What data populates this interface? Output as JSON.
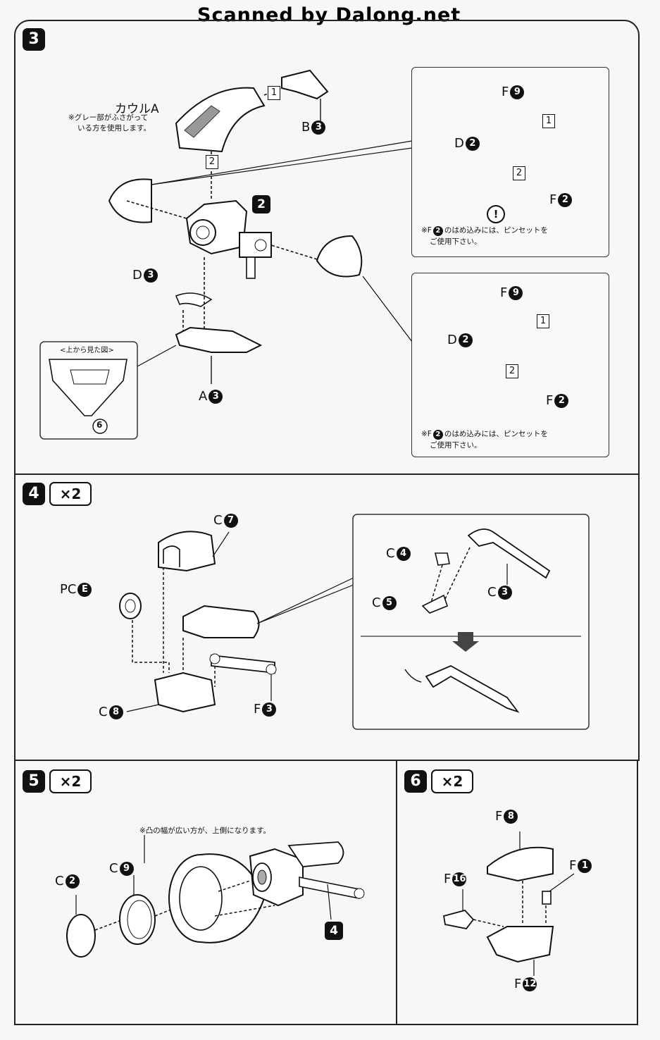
{
  "watermark": "Scanned by Dalong.net",
  "step3": {
    "number": "3",
    "cowl_label": "カウルA",
    "cowl_note_line1": "※グレー部がふさがって",
    "cowl_note_line2": "いる方を使用します。",
    "b3": "B",
    "b3_num": "3",
    "seq1": "1",
    "seq2": "2",
    "ref_part": "2",
    "d3": "D",
    "d3_num": "3",
    "a3": "A",
    "a3_num": "3",
    "top_view_label": "<上から見た図>",
    "top_view_mark": "6",
    "inset1": {
      "f9": "F",
      "f9_num": "9",
      "seq1": "1",
      "d2": "D",
      "d2_num": "2",
      "seq2": "2",
      "f2": "F",
      "f2_num": "2",
      "warn": "!",
      "note_pre": "※F",
      "note_num": "2",
      "note_line1": "のはめ込みには、ピンセットを",
      "note_line2": "ご使用下さい。"
    },
    "inset2": {
      "f9": "F",
      "f9_num": "9",
      "seq1": "1",
      "d2": "D",
      "d2_num": "2",
      "seq2": "2",
      "f2": "F",
      "f2_num": "2",
      "note_pre": "※F",
      "note_num": "2",
      "note_line1": "のはめ込みには、ピンセットを",
      "note_line2": "ご使用下さい。"
    }
  },
  "step4": {
    "number": "4",
    "multiplier": "×2",
    "c7": "C",
    "c7_num": "7",
    "pce": "PC",
    "pce_num": "E",
    "c8": "C",
    "c8_num": "8",
    "f3": "F",
    "f3_num": "3",
    "c4": "C",
    "c4_num": "4",
    "c5": "C",
    "c5_num": "5",
    "c3": "C",
    "c3_num": "3"
  },
  "step5": {
    "number": "5",
    "multiplier": "×2",
    "note": "※凸の幅が広い方が、上側になります。",
    "c2": "C",
    "c2_num": "2",
    "c9": "C",
    "c9_num": "9",
    "ref_part": "4"
  },
  "step6": {
    "number": "6",
    "multiplier": "×2",
    "f8": "F",
    "f8_num": "8",
    "f1": "F",
    "f1_num": "1",
    "f16": "F",
    "f16_num": "16",
    "f12": "F",
    "f12_num": "12"
  }
}
